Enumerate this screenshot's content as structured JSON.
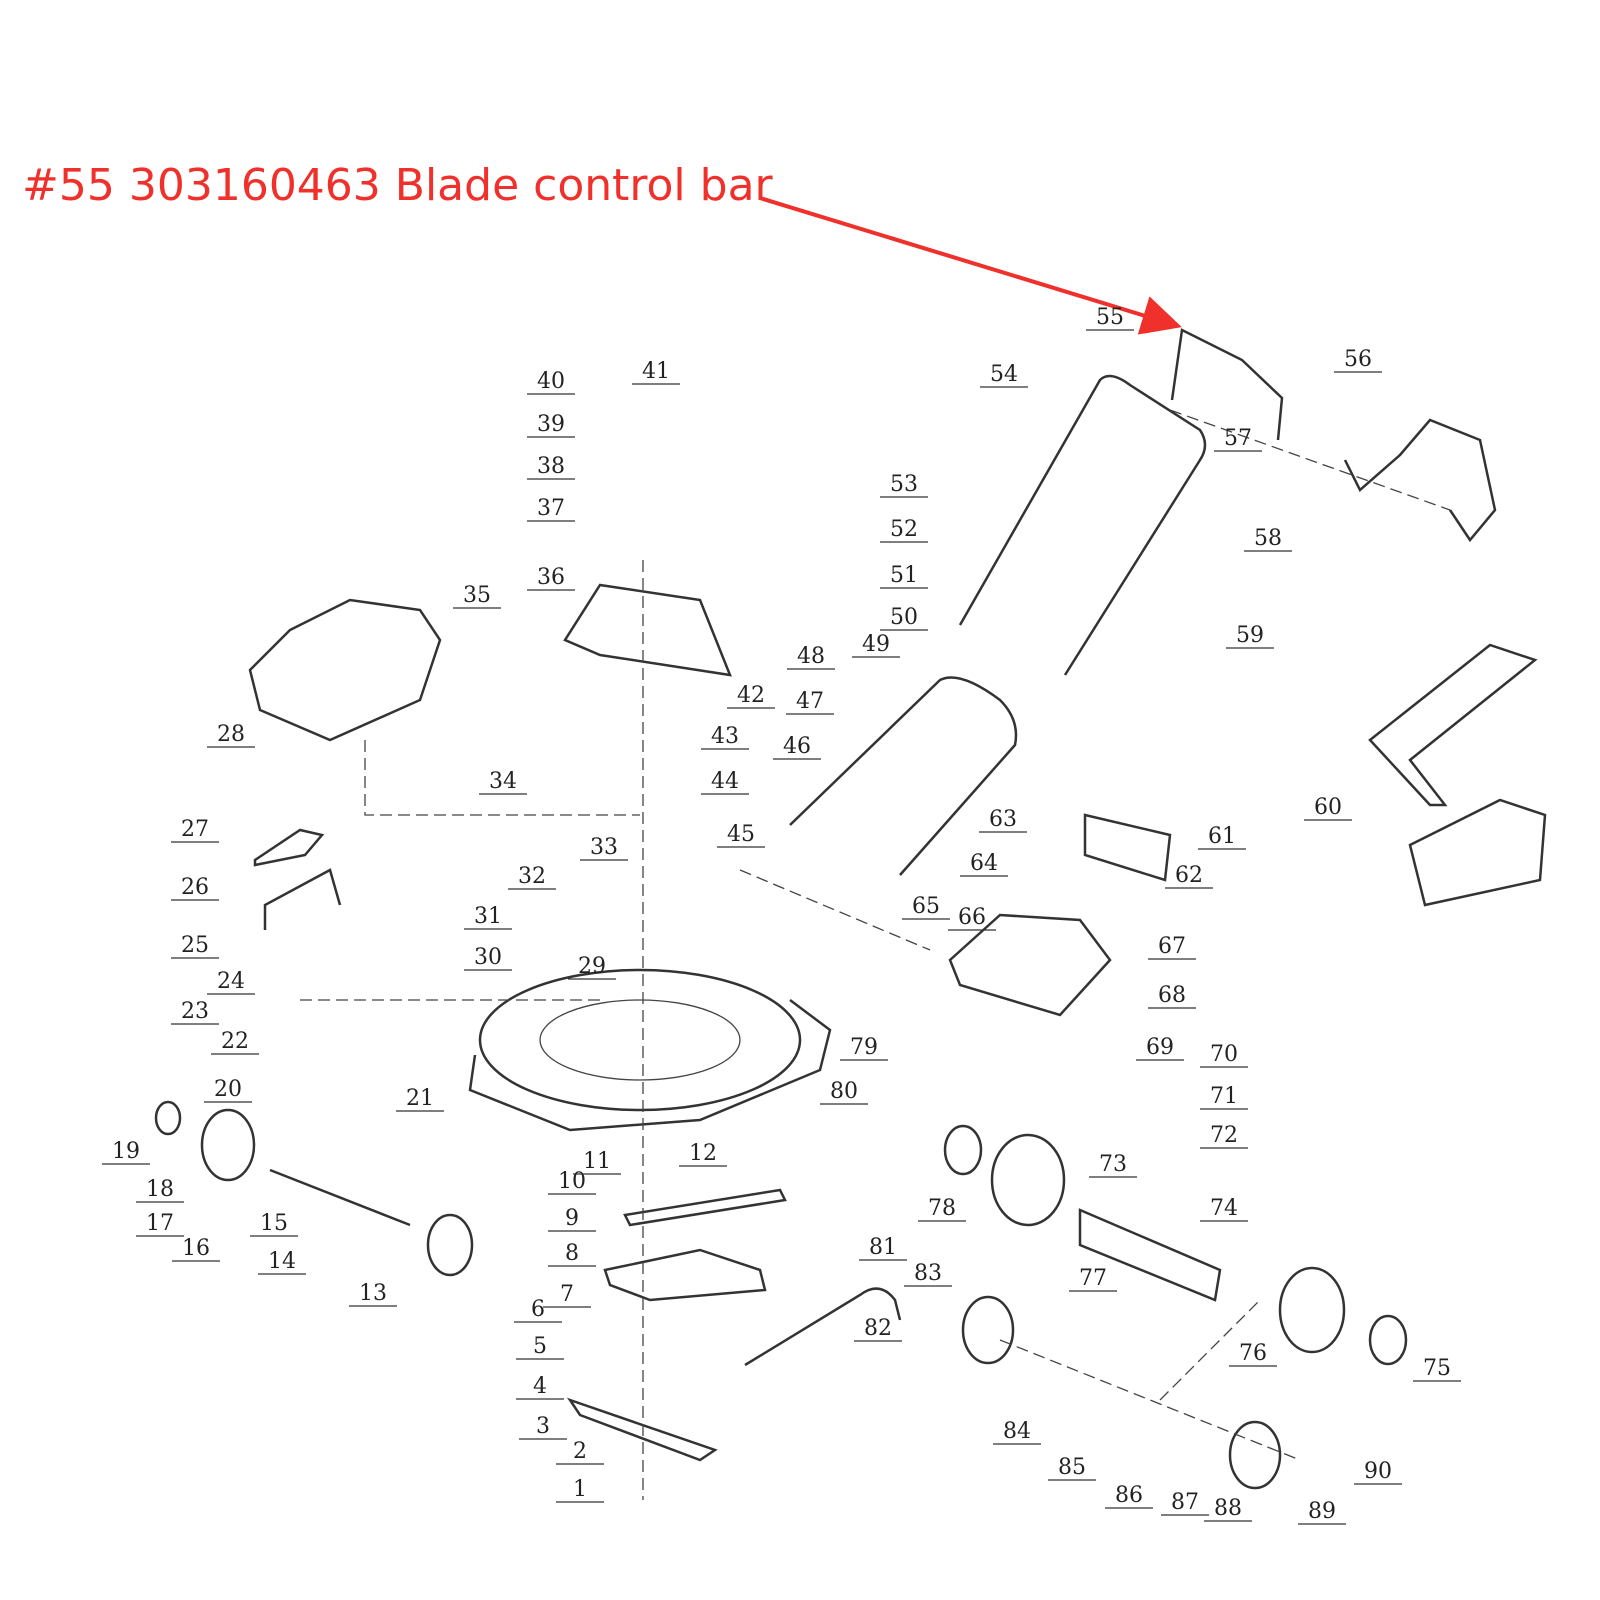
{
  "callout": {
    "text": "#55 303160463 Blade control bar",
    "color": "#f0302a",
    "target_part": "55"
  },
  "part_numbers": [
    "1",
    "2",
    "3",
    "4",
    "5",
    "6",
    "7",
    "8",
    "9",
    "10",
    "11",
    "12",
    "13",
    "14",
    "15",
    "16",
    "17",
    "18",
    "19",
    "20",
    "21",
    "22",
    "23",
    "24",
    "25",
    "26",
    "27",
    "28",
    "29",
    "30",
    "31",
    "32",
    "33",
    "34",
    "35",
    "36",
    "37",
    "38",
    "39",
    "40",
    "41",
    "42",
    "43",
    "44",
    "45",
    "46",
    "47",
    "48",
    "49",
    "50",
    "51",
    "52",
    "53",
    "54",
    "55",
    "56",
    "57",
    "58",
    "59",
    "60",
    "61",
    "62",
    "63",
    "64",
    "65",
    "66",
    "67",
    "68",
    "69",
    "70",
    "71",
    "72",
    "73",
    "74",
    "75",
    "76",
    "77",
    "78",
    "79",
    "80",
    "81",
    "82",
    "83",
    "84",
    "85",
    "86",
    "87",
    "88",
    "89",
    "90"
  ]
}
